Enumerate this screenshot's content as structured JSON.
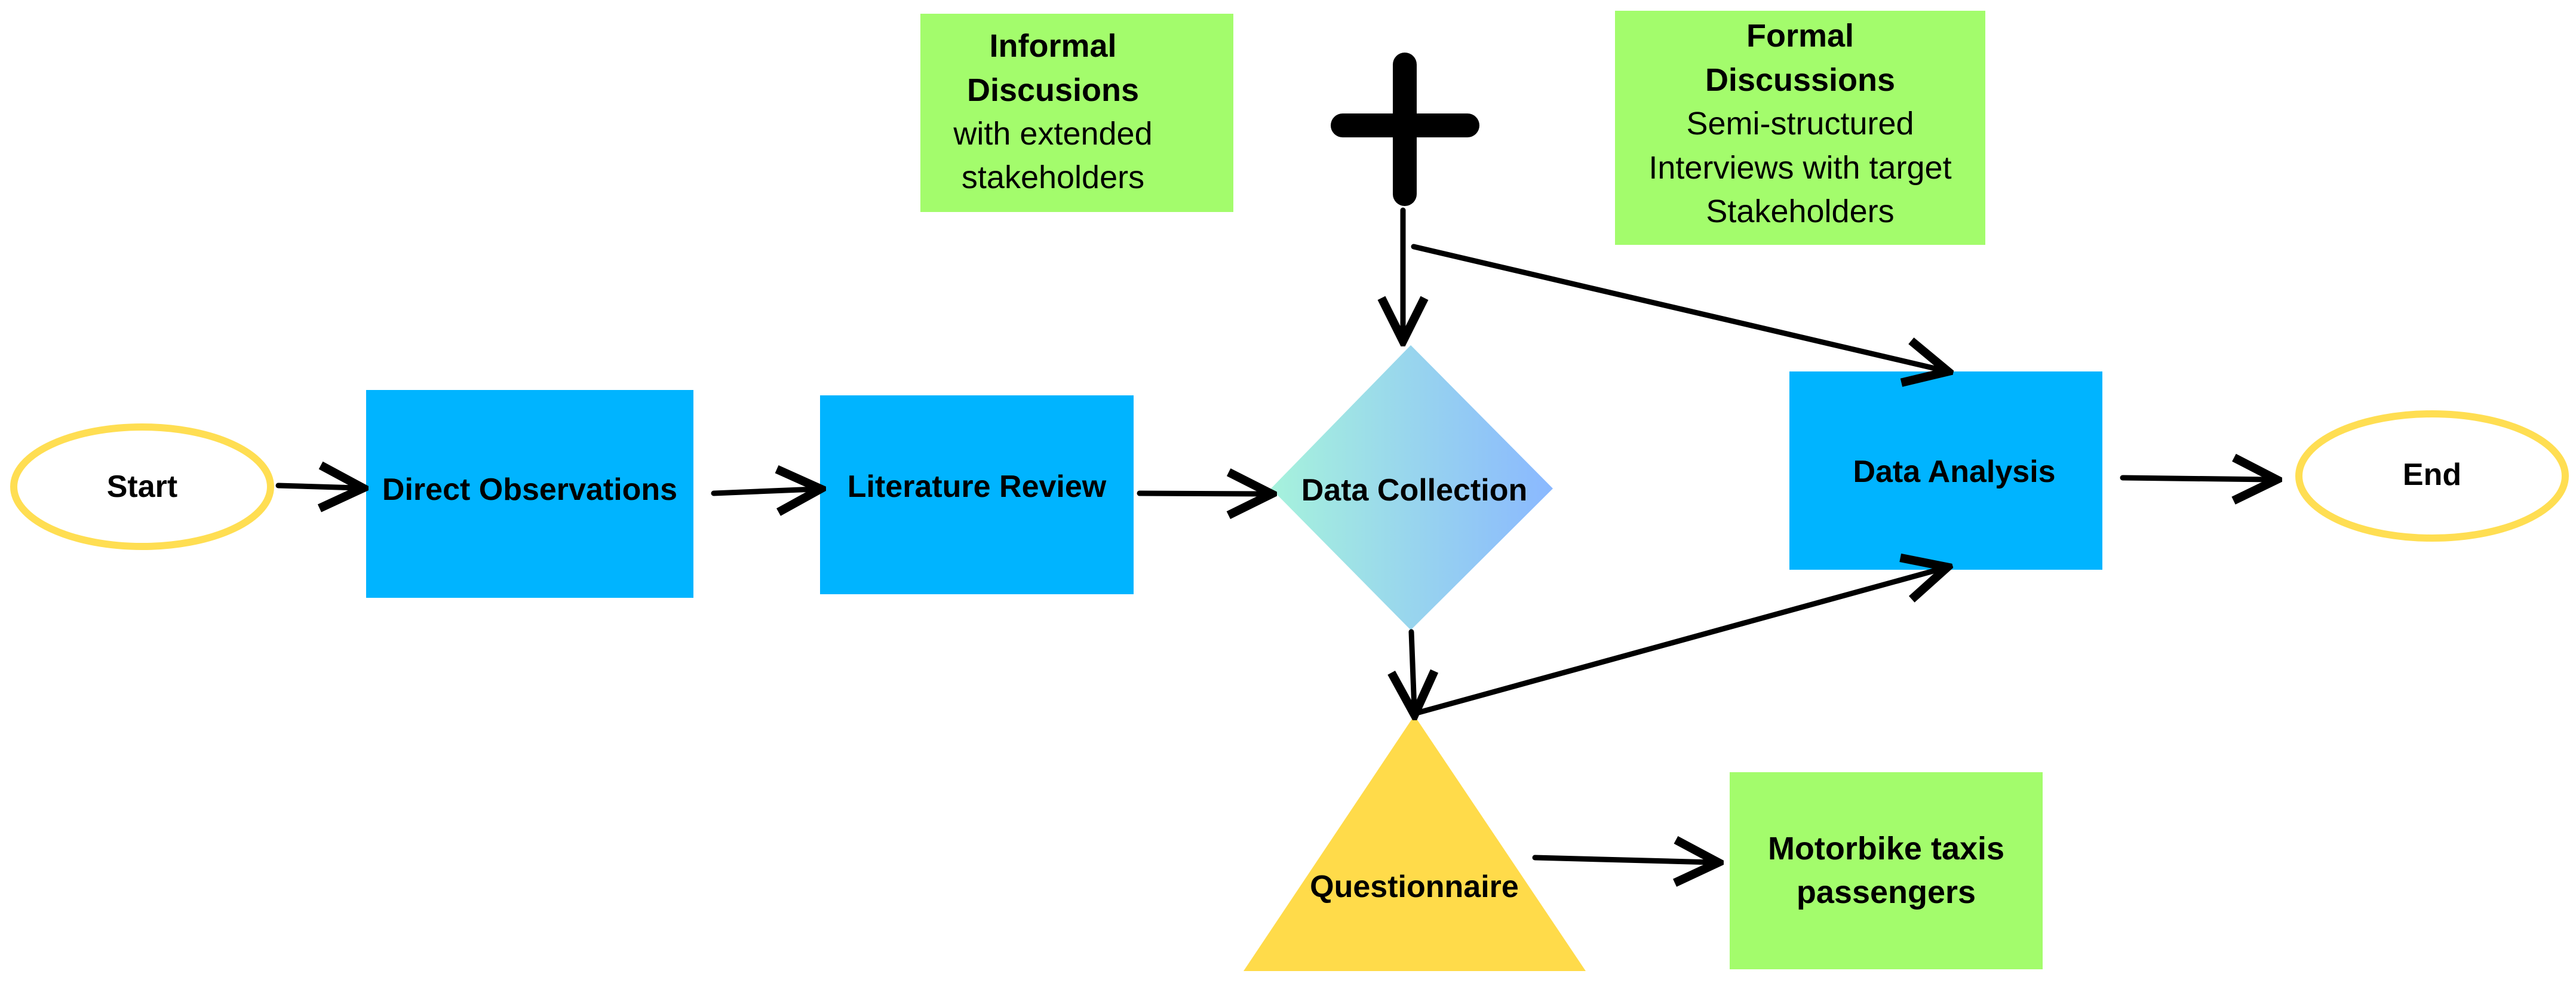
{
  "colors": {
    "blue_box": "#00b4ff",
    "green_note": "#a3fc6c",
    "yellow": "#ffdb4a",
    "oval_stroke": "#ffde52",
    "diamond_from": "#a6f2dc",
    "diamond_to": "#8ab8ff",
    "arrow": "#000000"
  },
  "nodes": {
    "start": "Start",
    "direct_observations": "Direct Observations",
    "literature_review": "Literature Review",
    "data_collection": "Data Collection",
    "data_analysis": "Data Analysis",
    "end": "End",
    "questionnaire": "Questionnaire"
  },
  "notes": {
    "informal": {
      "title": "Informal Discusions",
      "text": "with extended stakeholders"
    },
    "formal": {
      "title": "Formal Discussions",
      "text": "Semi-structured Interviews with target Stakeholders"
    },
    "passengers": {
      "title": "Motorbike taxis passengers"
    }
  },
  "icons": {
    "plus": "plus-icon"
  }
}
